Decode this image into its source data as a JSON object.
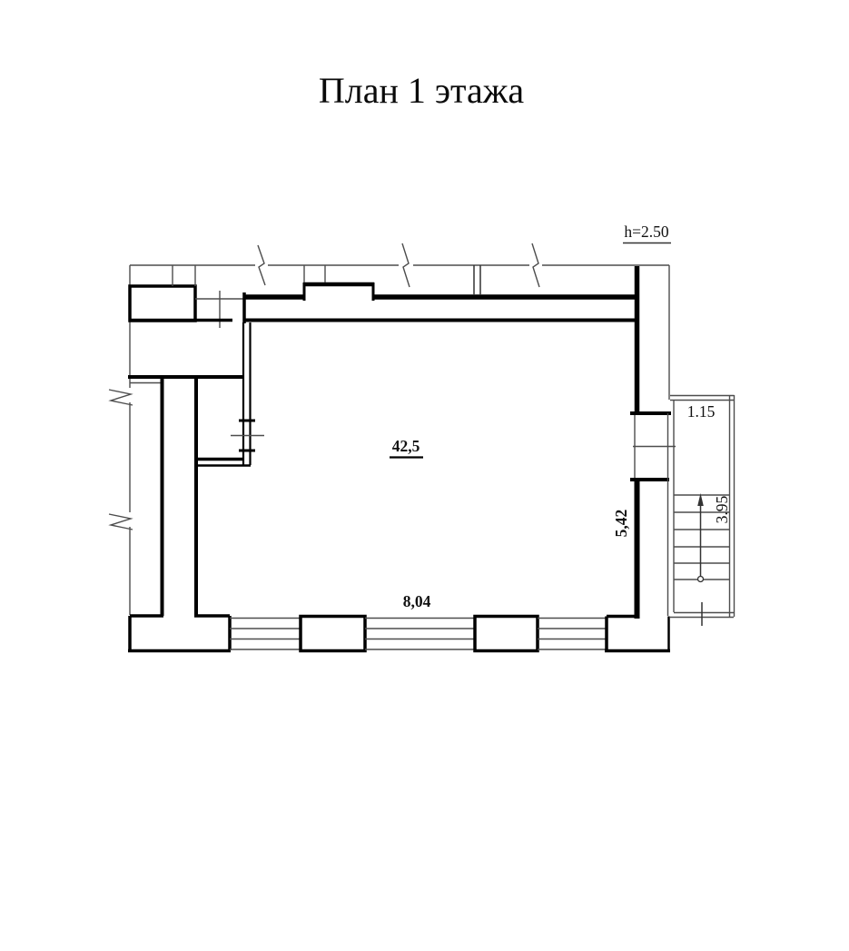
{
  "page": {
    "title": "План 1 этажа"
  },
  "labels": {
    "ceiling_height": "h=2.50",
    "room_area": "42,5",
    "width_dim": "8,04",
    "depth_dim": "5,42",
    "stair_entry_width": "1.15",
    "stair_flight_length": "3.95"
  },
  "colors": {
    "wall_line": "#000000",
    "thin_line": "#4d4d4d",
    "background": "#ffffff"
  }
}
